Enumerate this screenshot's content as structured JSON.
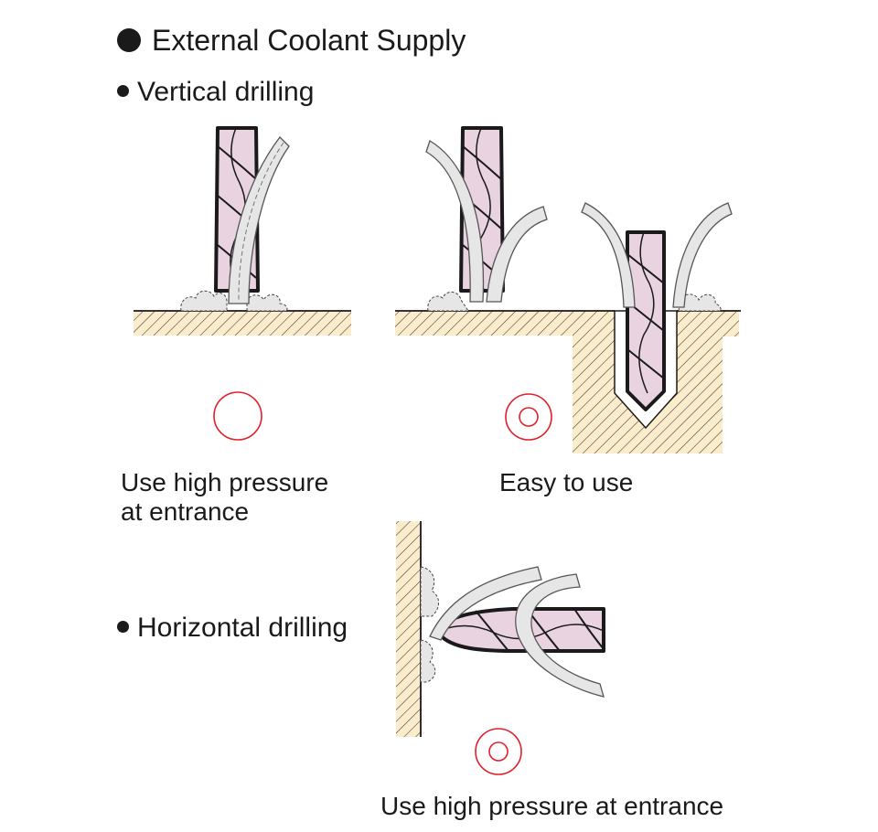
{
  "title": "External Coolant Supply",
  "sections": {
    "vertical": {
      "label": "Vertical drilling"
    },
    "horizontal": {
      "label": "Horizontal drilling"
    }
  },
  "captions": {
    "vertical_a": [
      "Use high pressure",
      "at entrance"
    ],
    "vertical_b": "Easy to use",
    "horizontal": "Use high pressure at entrance"
  },
  "ratings": {
    "vertical_a": "good",
    "vertical_b": "excellent",
    "horizontal": "excellent"
  },
  "colors": {
    "drill": "#e9d3e1",
    "workpiece": "#fbeccb",
    "coolant": "#e6e6e6",
    "rating": "#e0202a",
    "outline": "#1a1a1a"
  }
}
